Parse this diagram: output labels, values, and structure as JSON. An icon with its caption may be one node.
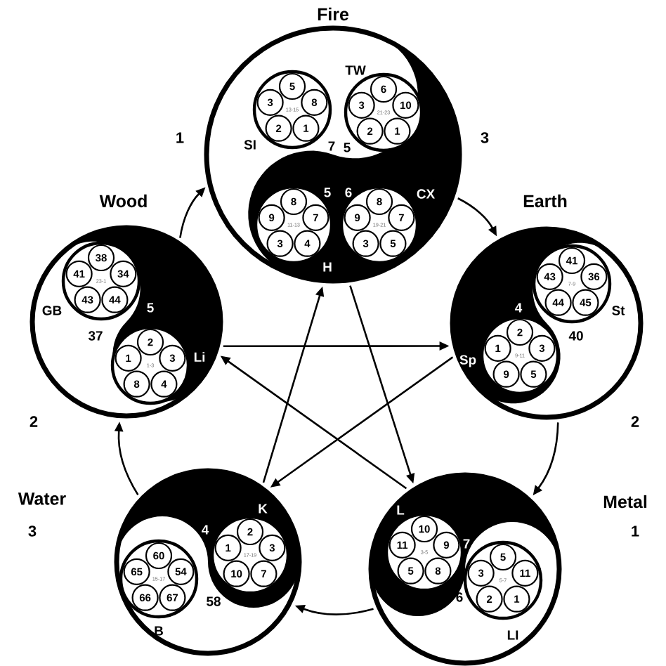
{
  "diagram": {
    "nodes": [
      {
        "text": [
          "Fire"
        ]
      },
      {
        "text": [
          "13-15"
        ],
        "in": 0,
        "beside": [
          "SI",
          "7"
        ]
      },
      {
        "text": [
          "5"
        ],
        "in": 1
      },
      {
        "text": [
          "8"
        ],
        "in": 1
      },
      {
        "text": [
          "1"
        ],
        "in": 1
      },
      {
        "text": [
          "2"
        ],
        "in": 1
      },
      {
        "text": [
          "3"
        ],
        "in": 1
      },
      {
        "text": [
          "21-23"
        ],
        "in": 0,
        "beside": [
          "TW",
          "5"
        ]
      },
      {
        "text": [
          "6"
        ],
        "in": 7
      },
      {
        "text": [
          "10"
        ],
        "in": 7
      },
      {
        "text": [
          "1"
        ],
        "in": 7
      },
      {
        "text": [
          "2"
        ],
        "in": 7
      },
      {
        "text": [
          "3"
        ],
        "in": 7
      },
      {
        "text": [
          "11-13"
        ],
        "in": 0,
        "beside": [
          "5",
          "H"
        ]
      },
      {
        "text": [
          "8"
        ],
        "in": 13
      },
      {
        "text": [
          "7"
        ],
        "in": 13
      },
      {
        "text": [
          "4"
        ],
        "in": 13
      },
      {
        "text": [
          "3"
        ],
        "in": 13
      },
      {
        "text": [
          "9"
        ],
        "in": 13
      },
      {
        "text": [
          "19-21"
        ],
        "in": 0,
        "beside": [
          "6",
          "CX"
        ]
      },
      {
        "text": [
          "8"
        ],
        "in": 19
      },
      {
        "text": [
          "7"
        ],
        "in": 19
      },
      {
        "text": [
          "5"
        ],
        "in": 19
      },
      {
        "text": [
          "3"
        ],
        "in": 19
      },
      {
        "text": [
          "9"
        ],
        "in": 19
      },
      {
        "text": [
          "Wood"
        ]
      },
      {
        "text": [
          "23-1"
        ],
        "in": 25,
        "beside": [
          "GB",
          "37"
        ]
      },
      {
        "text": [
          "38"
        ],
        "in": 26
      },
      {
        "text": [
          "34"
        ],
        "in": 26
      },
      {
        "text": [
          "44"
        ],
        "in": 26
      },
      {
        "text": [
          "43"
        ],
        "in": 26
      },
      {
        "text": [
          "41"
        ],
        "in": 26
      },
      {
        "text": [
          "1-3"
        ],
        "in": 25,
        "beside": [
          "5",
          "Li"
        ]
      },
      {
        "text": [
          "2"
        ],
        "in": 32
      },
      {
        "text": [
          "3"
        ],
        "in": 32
      },
      {
        "text": [
          "4"
        ],
        "in": 32
      },
      {
        "text": [
          "8"
        ],
        "in": 32
      },
      {
        "text": [
          "1"
        ],
        "in": 32
      },
      {
        "text": [
          "Earth"
        ]
      },
      {
        "text": [
          "7-9"
        ],
        "in": 38,
        "beside": [
          "St",
          "40"
        ]
      },
      {
        "text": [
          "41"
        ],
        "in": 39
      },
      {
        "text": [
          "36"
        ],
        "in": 39
      },
      {
        "text": [
          "45"
        ],
        "in": 39
      },
      {
        "text": [
          "44"
        ],
        "in": 39
      },
      {
        "text": [
          "43"
        ],
        "in": 39
      },
      {
        "text": [
          "9-11"
        ],
        "in": 38,
        "beside": [
          "4",
          "Sp"
        ]
      },
      {
        "text": [
          "2"
        ],
        "in": 45
      },
      {
        "text": [
          "3"
        ],
        "in": 45
      },
      {
        "text": [
          "5"
        ],
        "in": 45
      },
      {
        "text": [
          "9"
        ],
        "in": 45
      },
      {
        "text": [
          "1"
        ],
        "in": 45
      },
      {
        "text": [
          "Water"
        ]
      },
      {
        "text": [
          "17-19"
        ],
        "in": 51,
        "beside": [
          "K",
          "4"
        ]
      },
      {
        "text": [
          "2"
        ],
        "in": 52
      },
      {
        "text": [
          "3"
        ],
        "in": 52
      },
      {
        "text": [
          "7"
        ],
        "in": 52
      },
      {
        "text": [
          "10"
        ],
        "in": 52
      },
      {
        "text": [
          "1"
        ],
        "in": 52
      },
      {
        "text": [
          "15-17"
        ],
        "in": 51,
        "beside": [
          "58",
          "B"
        ]
      },
      {
        "text": [
          "60"
        ],
        "in": 58
      },
      {
        "text": [
          "54"
        ],
        "in": 58
      },
      {
        "text": [
          "67"
        ],
        "in": 58
      },
      {
        "text": [
          "66"
        ],
        "in": 58
      },
      {
        "text": [
          "65"
        ],
        "in": 58
      },
      {
        "text": [
          "Metal"
        ]
      },
      {
        "text": [
          "3-5"
        ],
        "in": 64,
        "beside": [
          "L",
          "7"
        ]
      },
      {
        "text": [
          "10"
        ],
        "in": 65
      },
      {
        "text": [
          "9"
        ],
        "in": 65
      },
      {
        "text": [
          "8"
        ],
        "in": 65
      },
      {
        "text": [
          "5"
        ],
        "in": 65
      },
      {
        "text": [
          "11"
        ],
        "in": 65
      },
      {
        "text": [
          "5-7"
        ],
        "in": 64,
        "beside": [
          "6",
          "LI"
        ]
      },
      {
        "text": [
          "5"
        ],
        "in": 71
      },
      {
        "text": [
          "11"
        ],
        "in": 71
      },
      {
        "text": [
          "1"
        ],
        "in": 71
      },
      {
        "text": [
          "2"
        ],
        "in": 71
      },
      {
        "text": [
          "3"
        ],
        "in": 71
      }
    ],
    "edges": [
      {
        "from": 25,
        "to": 0,
        "arrow": "to"
      },
      {
        "from": 0,
        "to": 38,
        "arrow": "to"
      },
      {
        "from": 38,
        "to": 64,
        "arrow": "to"
      },
      {
        "from": 64,
        "to": 51,
        "arrow": "to"
      },
      {
        "from": 51,
        "to": 25,
        "arrow": "to"
      },
      {
        "from": 51,
        "to": 0,
        "arrow": "to"
      },
      {
        "from": 0,
        "to": 64,
        "arrow": "to"
      },
      {
        "from": 25,
        "to": 38,
        "arrow": "to"
      },
      {
        "from": 38,
        "to": 51,
        "arrow": "to"
      },
      {
        "from": 64,
        "to": 25,
        "arrow": "to"
      }
    ],
    "labels": [
      "1",
      "3",
      "2",
      "2",
      "3",
      "1"
    ]
  }
}
